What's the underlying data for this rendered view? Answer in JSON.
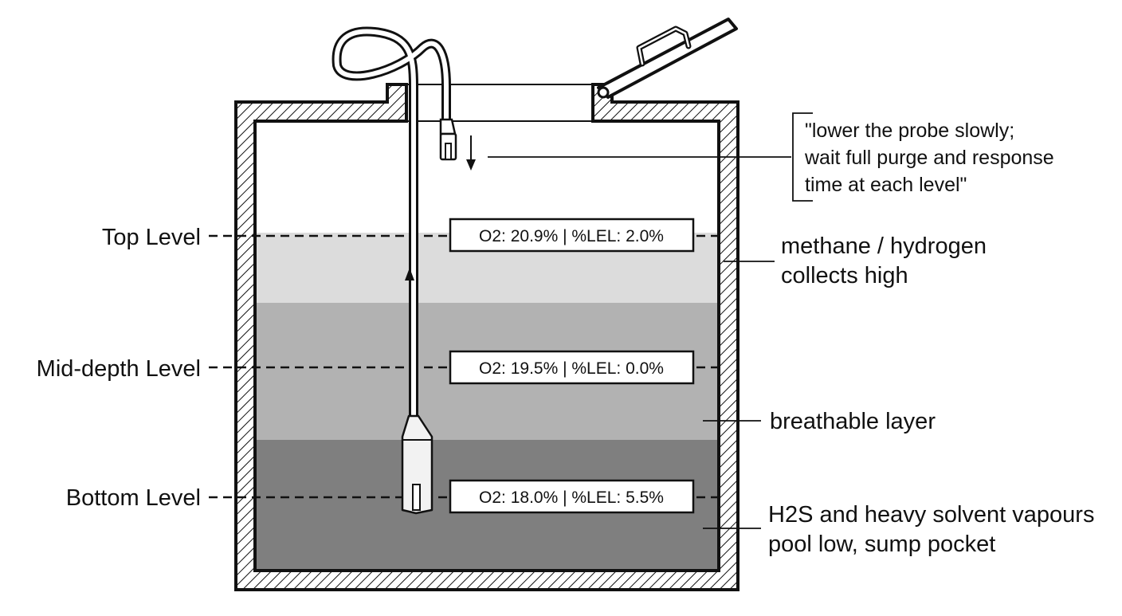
{
  "levels": [
    {
      "label": "Top Level",
      "reading": "O2: 20.9% | %LEL: 2.0%"
    },
    {
      "label": "Mid-depth Level",
      "reading": "O2: 19.5% | %LEL: 0.0%"
    },
    {
      "label": "Bottom Level",
      "reading": "O2: 18.0% | %LEL: 5.5%"
    }
  ],
  "layers": [
    {
      "name": "methane-layer",
      "text1": "methane / hydrogen",
      "text2": "collects high",
      "color": "#dcdcdc"
    },
    {
      "name": "breathable-layer",
      "text1": "breathable layer",
      "text2": "",
      "color": "#b2b2b2"
    },
    {
      "name": "heavy-layer",
      "text1": "H2S and heavy solvent vapours",
      "text2": "pool low, sump pocket",
      "color": "#7f7f7f"
    }
  ],
  "instruction": {
    "line1": "\"lower the probe slowly;",
    "line2": "wait full purge and response",
    "line3": "time at each level\""
  }
}
